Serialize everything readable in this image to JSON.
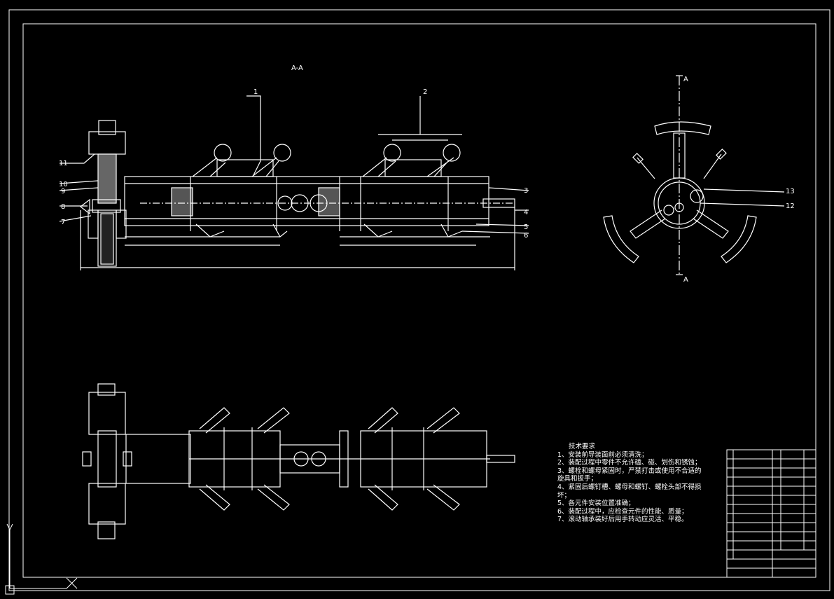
{
  "drawing": {
    "section_label": "A-A",
    "cut_marker": "A",
    "part_numbers": [
      "1",
      "2",
      "3",
      "4",
      "5",
      "6",
      "7",
      "8",
      "9",
      "10",
      "11",
      "12",
      "13"
    ]
  },
  "technical_requirements": {
    "title": "技术要求",
    "items": [
      "1、安装前导装面前必须清洗；",
      "2、装配过程中零件不允许磕、碰、划伤和锈蚀；",
      "3、螺栓和螺母紧固时，严禁打击或使用不合适的旋具和扳手；",
      "4、紧固后螺钉槽、螺母和螺钉、螺栓头部不得损坏；",
      "5、各元件安装位置准确；",
      "6、装配过程中，应检查元件的性能、质量；",
      "7、滚动轴承装好后用手转动应灵活、平稳。"
    ]
  },
  "colors": {
    "background": "#000000",
    "line": "#ffffff"
  },
  "icons": {
    "ucs_axis": "ucs-y-icon",
    "ucs_origin": "ucs-origin-icon"
  }
}
